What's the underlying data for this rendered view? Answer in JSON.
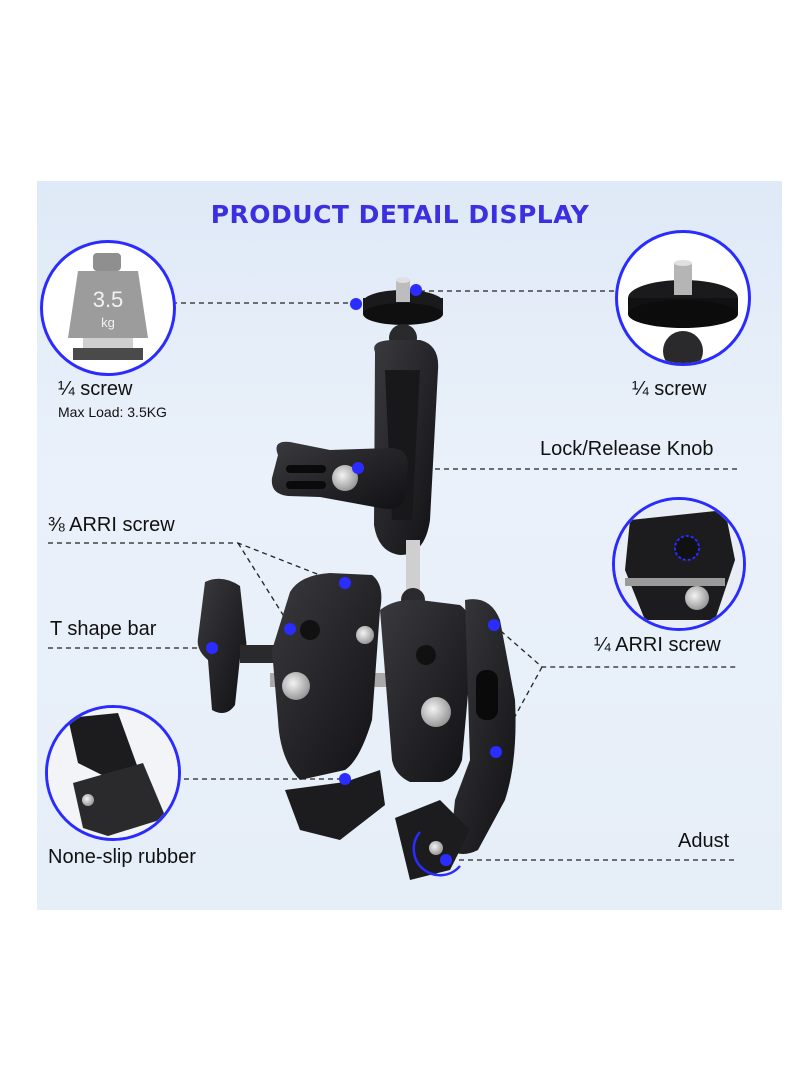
{
  "title": "PRODUCT DETAIL DISPLAY",
  "labels": {
    "screw_left": "¼ screw",
    "max_load": "Max Load: 3.5KG",
    "screw_right": "¼ screw",
    "lock_release": "Lock/Release Knob",
    "arri_38": "⅜ ARRI screw",
    "t_shape": "T shape bar",
    "arri_14": "¼ ARRI screw",
    "adjust": "Adust",
    "rubber": "None-slip rubber"
  },
  "weight": {
    "value": "3.5",
    "unit": "kg"
  },
  "colors": {
    "accent": "#3b2fe0",
    "circle_border": "#2a2cff",
    "marker": "#2b2cff",
    "device": "#1c1c1e",
    "panel_bg": "#e3ecf8"
  }
}
